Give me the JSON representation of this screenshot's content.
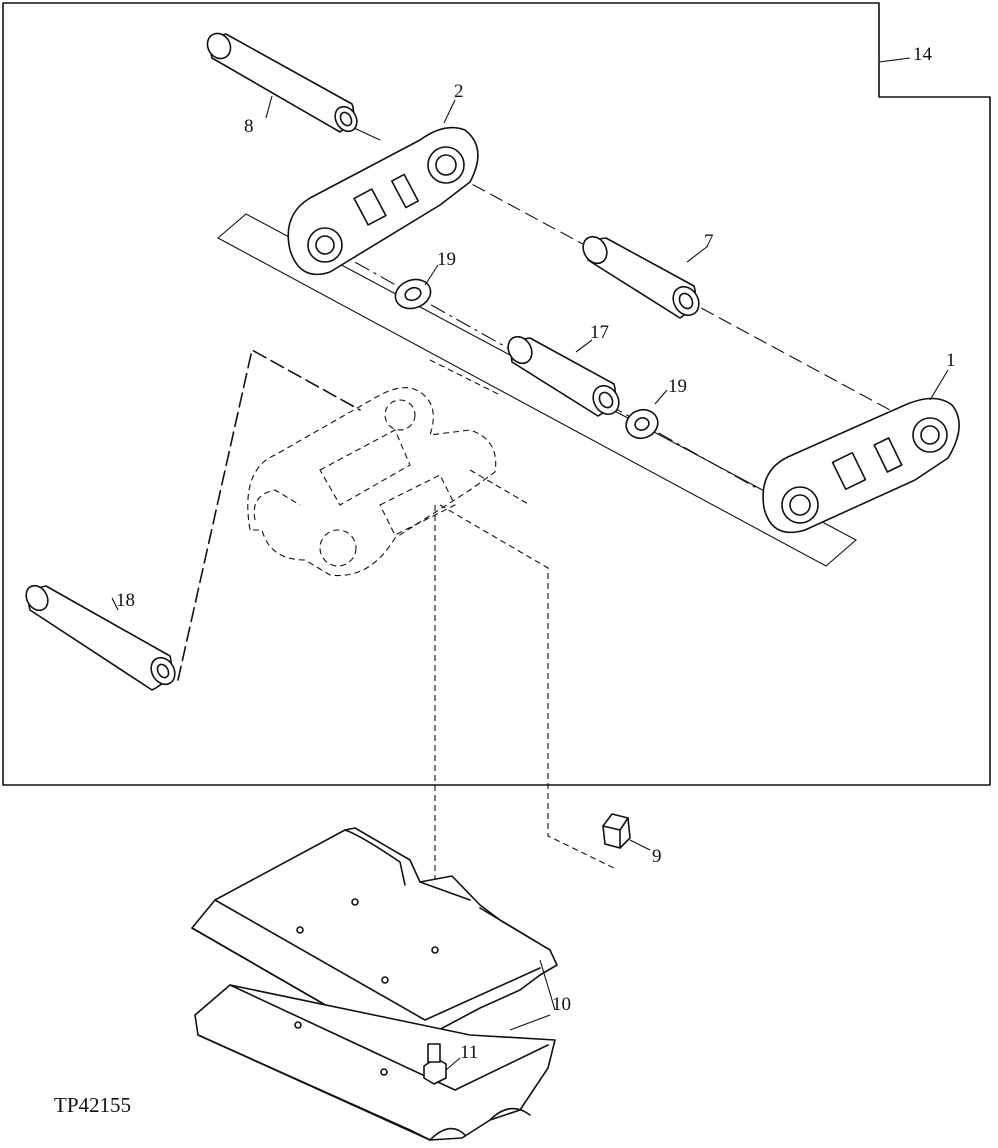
{
  "figure_id": "TP42155",
  "callouts": {
    "c1": "1",
    "c2": "2",
    "c7": "7",
    "c8": "8",
    "c9": "9",
    "c10": "10",
    "c11": "11",
    "c14": "14",
    "c17": "17",
    "c18": "18",
    "c19a": "19",
    "c19b": "19"
  }
}
